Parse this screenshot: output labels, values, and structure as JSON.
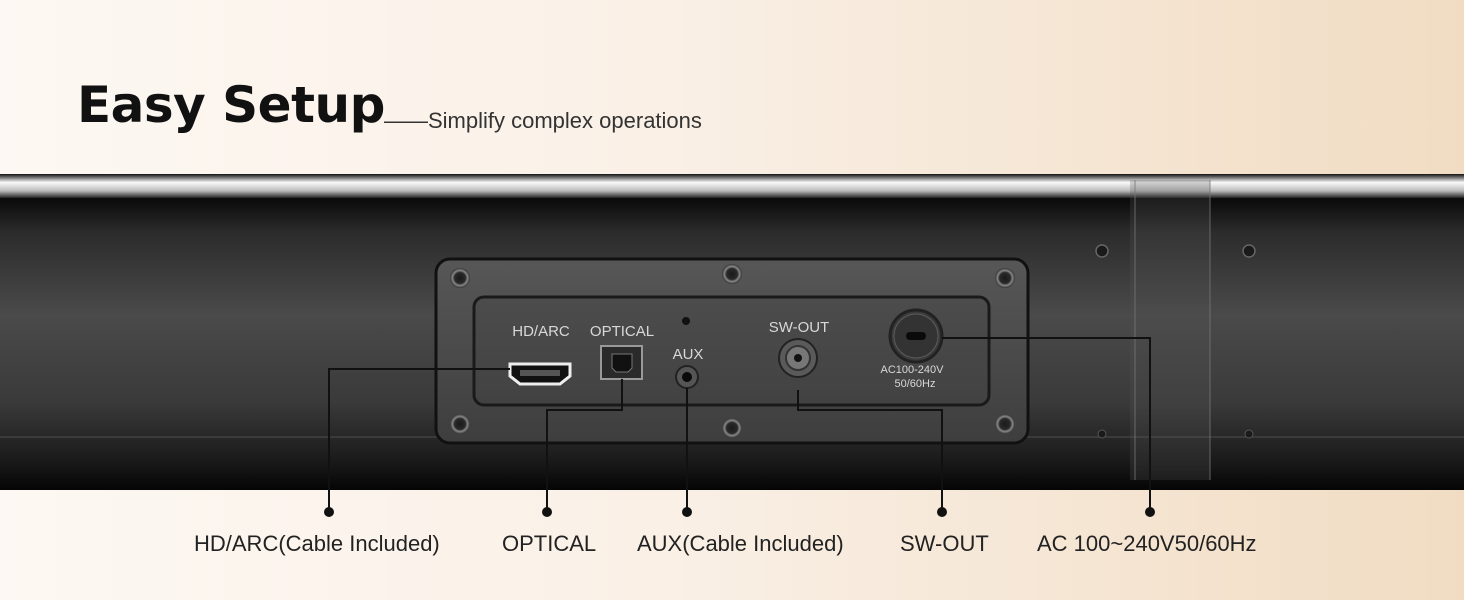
{
  "header": {
    "title": "Easy Setup",
    "subtitle": "——Simplify complex operations"
  },
  "panel": {
    "port_labels": {
      "hdarc": "HD/ARC",
      "optical": "OPTICAL",
      "aux": "AUX",
      "swout": "SW-OUT",
      "ac_line1": "AC100-240V",
      "ac_line2": "50/60Hz"
    }
  },
  "callouts": [
    {
      "label": "HD/ARC(Cable Included)"
    },
    {
      "label": "OPTICAL"
    },
    {
      "label": "AUX(Cable Included)"
    },
    {
      "label": "SW-OUT"
    },
    {
      "label": "AC 100~240V50/60Hz"
    }
  ],
  "colors": {
    "background_left": "#fdf8f3",
    "background_right": "#f1dcc3",
    "device_body": "#3a3a3a",
    "panel_plate": "#4a4a4a",
    "text": "#222222"
  }
}
